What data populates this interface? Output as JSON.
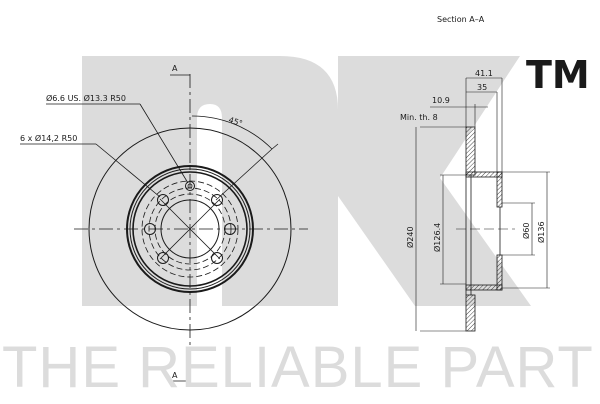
{
  "brand": {
    "logo_text": "NK",
    "trademark": "TM",
    "tagline": "THE RELIABLE PART",
    "watermark_color": "#dcdcdc"
  },
  "front_view": {
    "section_marker_top": "A",
    "section_marker_bottom": "A",
    "angle_label": "45°",
    "callouts": [
      {
        "label": "Ø6.6 US. Ø13.3   R50"
      },
      {
        "label": "6 x Ø14,2   R50"
      }
    ],
    "bolt_hole_count": 6
  },
  "section_view": {
    "title": "Section A–A",
    "dimensions": {
      "overall_height": "41.1",
      "hub_height": "35",
      "disc_thickness": "10.9",
      "min_thickness": "Min. th. 8",
      "outer_diameter": "Ø240",
      "hat_diameter": "Ø126.4",
      "center_bore": "Ø60",
      "hub_outer": "Ø136"
    }
  },
  "colors": {
    "line": "#1a1a1a",
    "background": "#ffffff"
  }
}
